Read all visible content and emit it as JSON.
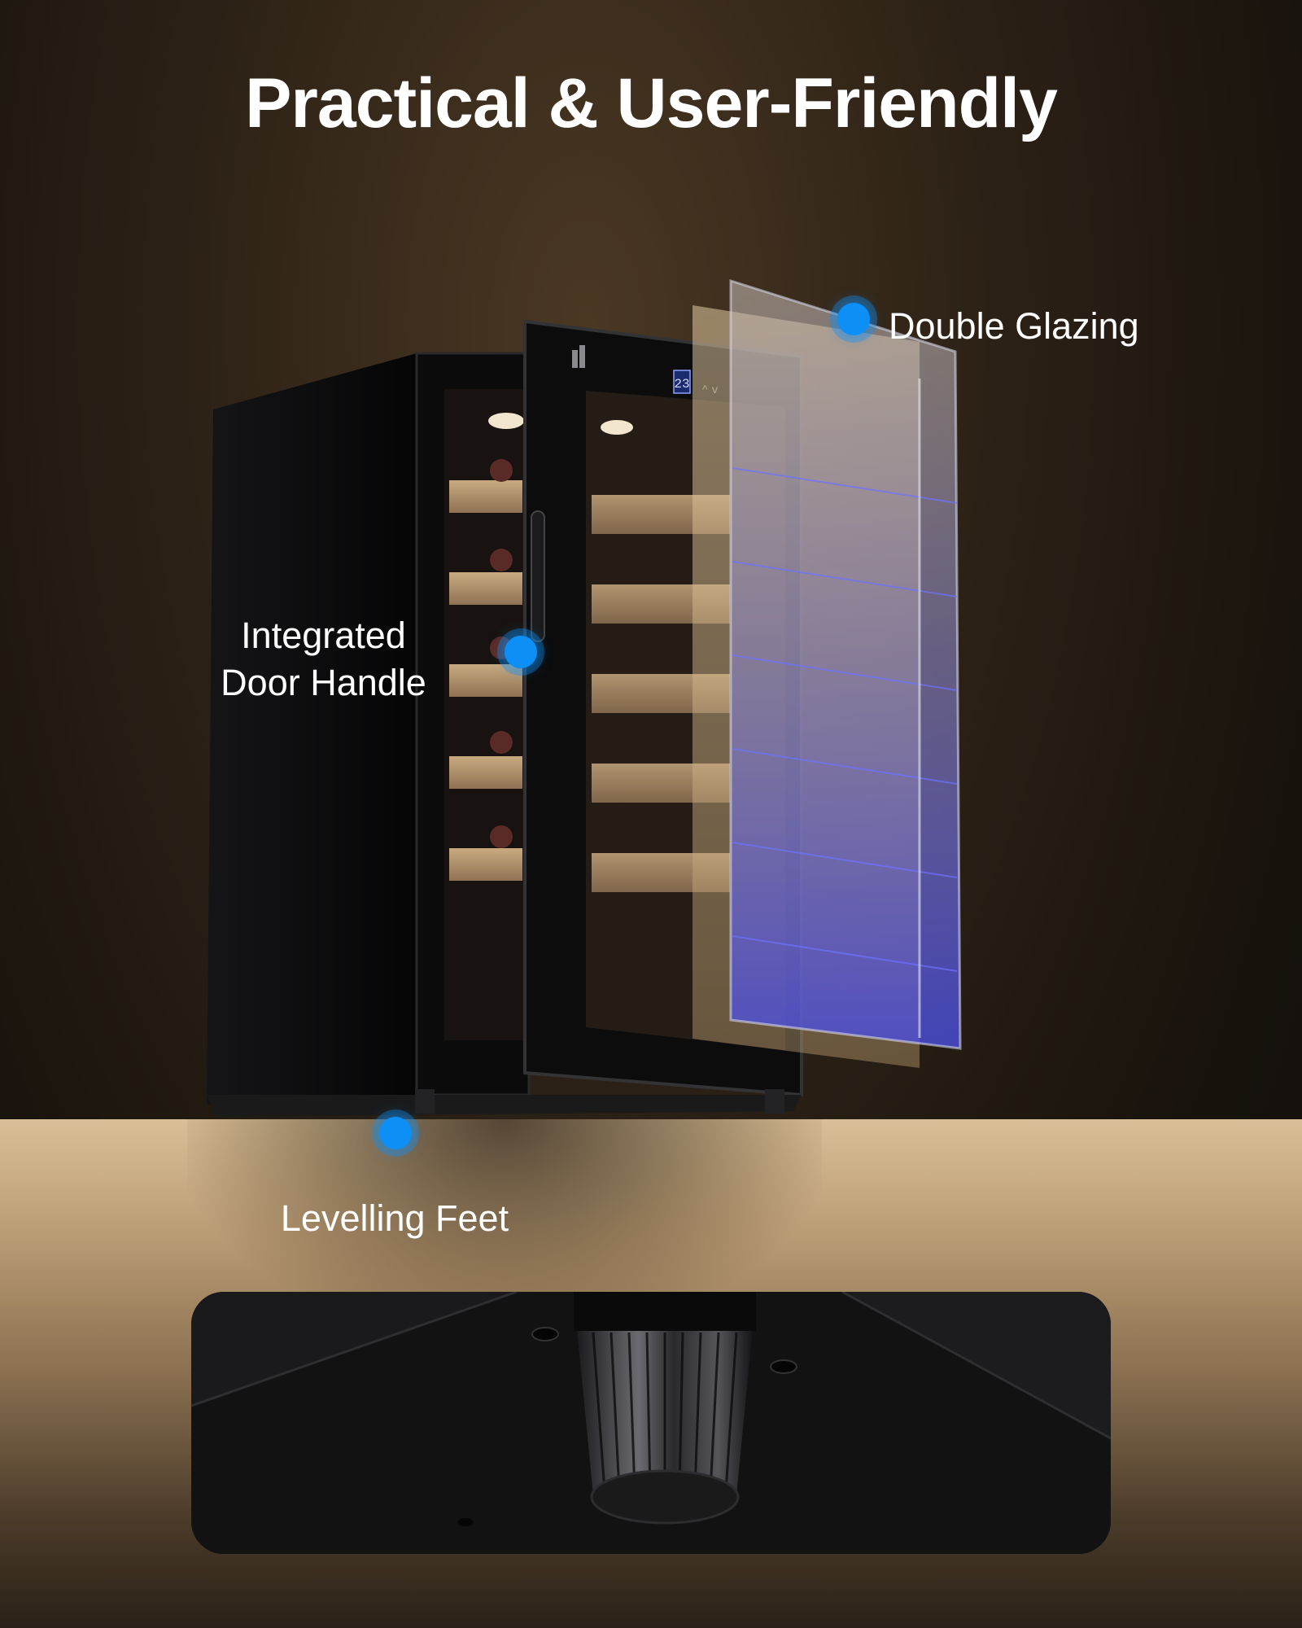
{
  "title": "Practical & User-Friendly",
  "features": {
    "double_glazing": {
      "label": "Double Glazing",
      "icon": "hotspot-dot-icon"
    },
    "door_handle": {
      "label_line1": "Integrated",
      "label_line2": "Door Handle",
      "icon": "hotspot-dot-icon"
    },
    "levelling_feet": {
      "label": "Levelling Feet",
      "icon": "hotspot-dot-icon"
    }
  },
  "display": {
    "temperature": "23"
  },
  "colors": {
    "accent": "#0d8ff5",
    "text": "#ffffff",
    "background": "#2c2116",
    "glass_tint": "#5a5ce0"
  }
}
